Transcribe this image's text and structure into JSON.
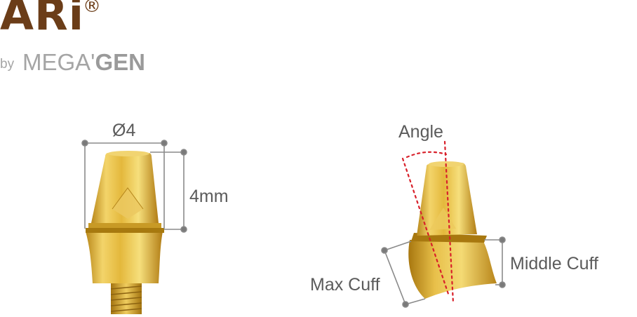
{
  "logo": {
    "main": "ARi",
    "registered": "®",
    "by": "by",
    "brand_light": "MEGA'",
    "brand_bold": "GEN"
  },
  "labels": {
    "diameter": "Ø4",
    "height": "4mm",
    "angle": "Angle",
    "max_cuff": "Max Cuff",
    "middle_cuff": "Middle Cuff"
  },
  "colors": {
    "gold": "#d9a92a",
    "dimension_line": "#8a8a8a",
    "angle_line": "#d8202a",
    "logo_brown": "#6b3d18",
    "logo_gray": "#a5a5a5"
  }
}
